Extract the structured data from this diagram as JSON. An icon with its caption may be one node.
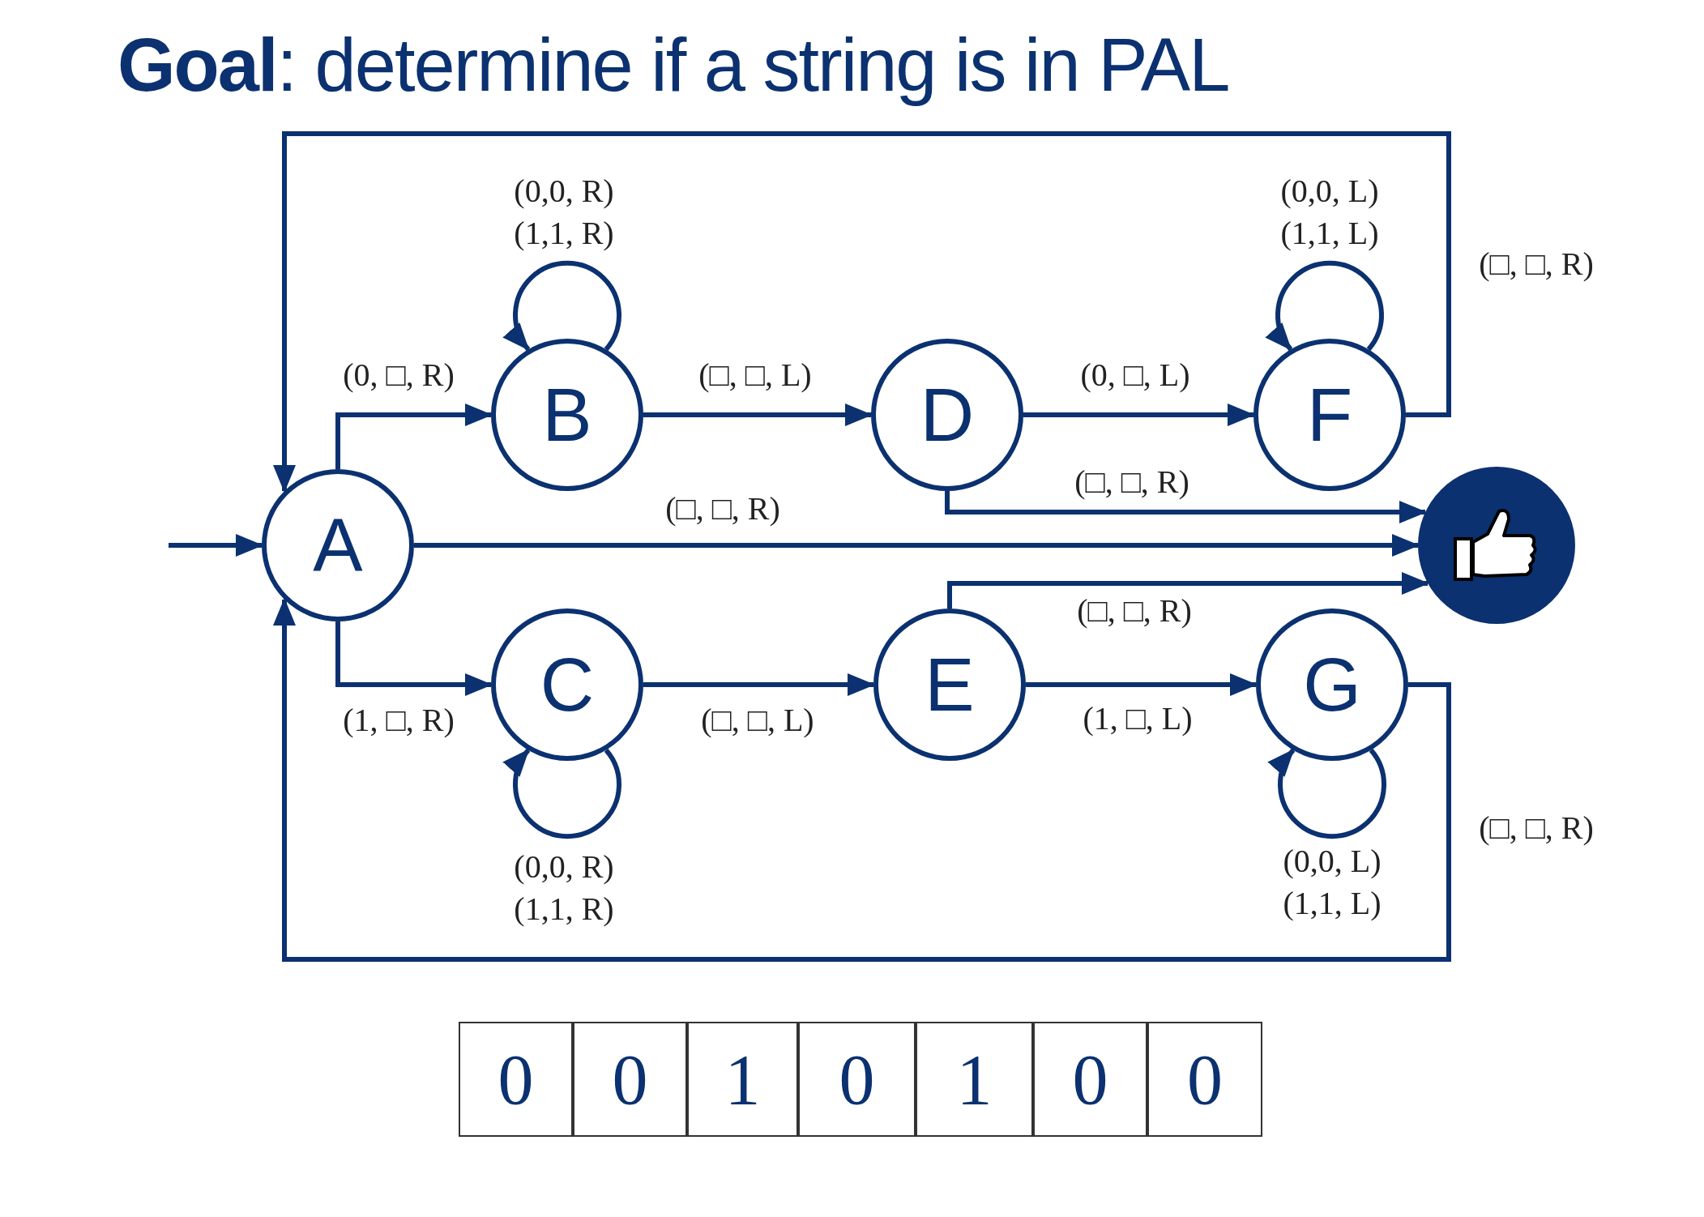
{
  "diagram": {
    "title": "**Goal**: determine if a string is in PAL",
    "nodes": [
      {
        "text": [
          "A"
        ]
      },
      {
        "text": [
          "B"
        ]
      },
      {
        "text": [
          "C"
        ]
      },
      {
        "text": [
          "D"
        ]
      },
      {
        "text": [
          "E"
        ]
      },
      {
        "text": [
          "F"
        ]
      },
      {
        "text": [
          "G"
        ]
      },
      {
        "text": [],
        "shape": "circle"
      }
    ],
    "edges": [
      {
        "from": null,
        "to": 0,
        "arrow": "to"
      },
      {
        "from": 0,
        "to": 1,
        "arrow": "to",
        "label": "(0, □, R)"
      },
      {
        "from": 1,
        "to": 1,
        "arrow": "to",
        "label": "(0,0, R) (1,1, R)"
      },
      {
        "from": 1,
        "to": 3,
        "arrow": "to",
        "label": "(□, □, L)"
      },
      {
        "from": 3,
        "to": 5,
        "arrow": "to",
        "label": "(0, □, L)"
      },
      {
        "from": 5,
        "to": 5,
        "arrow": "to",
        "label": "(0,0, L) (1,1, L)"
      },
      {
        "from": 5,
        "to": 0,
        "arrow": "to",
        "label": "(□, □, R)"
      },
      {
        "from": 3,
        "to": 7,
        "arrow": "to",
        "label": "(□, □, R)"
      },
      {
        "from": 0,
        "to": 7,
        "arrow": "to",
        "label": "(□, □, R)"
      },
      {
        "from": 4,
        "to": 7,
        "arrow": "to",
        "label": "(□, □, R)"
      },
      {
        "from": 0,
        "to": 2,
        "arrow": "to",
        "label": "(1, □, R)"
      },
      {
        "from": 2,
        "to": 2,
        "arrow": "to",
        "label": "(0,0, R) (1,1, R)"
      },
      {
        "from": 2,
        "to": 4,
        "arrow": "to",
        "label": "(□, □, L)"
      },
      {
        "from": 4,
        "to": 6,
        "arrow": "to",
        "label": "(1, □, L)"
      },
      {
        "from": 6,
        "to": 6,
        "arrow": "to",
        "label": "(0,0, L) (1,1, L)"
      },
      {
        "from": 6,
        "to": 0,
        "arrow": "to",
        "label": "(□, □, R)"
      }
    ],
    "labels": [
      "0",
      "0",
      "1",
      "0",
      "1",
      "0",
      "0"
    ]
  }
}
